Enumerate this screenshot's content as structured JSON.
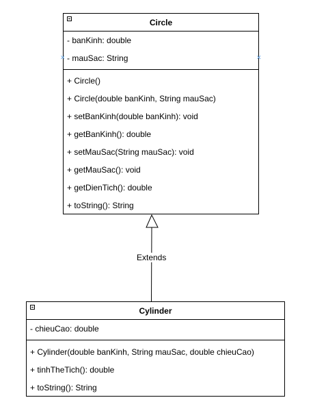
{
  "classes": {
    "circle": {
      "name": "Circle",
      "attributes": [
        "- banKinh: double",
        "- mauSac: String"
      ],
      "methods": [
        "+ Circle()",
        "+ Circle(double banKinh, String mauSac)",
        "+ setBanKinh(double banKinh): void",
        "+ getBanKinh(): double",
        "+ setMauSac(String mauSac): void",
        "+ getMauSac(): void",
        "+ getDienTich(): double",
        "+ toString(): String"
      ]
    },
    "cylinder": {
      "name": "Cylinder",
      "attributes": [
        "- chieuCao: double"
      ],
      "methods": [
        "+ Cylinder(double banKinh, String mauSac, double chieuCao)",
        "+ tinhTheTich(): double",
        "+ toString(): String"
      ]
    }
  },
  "relation": {
    "type": "generalization",
    "label": "Extends",
    "from": "Cylinder",
    "to": "Circle"
  },
  "icons": {
    "collapse": "collapse-minus-icon",
    "connection_point": "connection-point-icon"
  },
  "colors": {
    "stroke": "#000000",
    "background": "#ffffff",
    "connection_point": "#6aa9e9"
  }
}
